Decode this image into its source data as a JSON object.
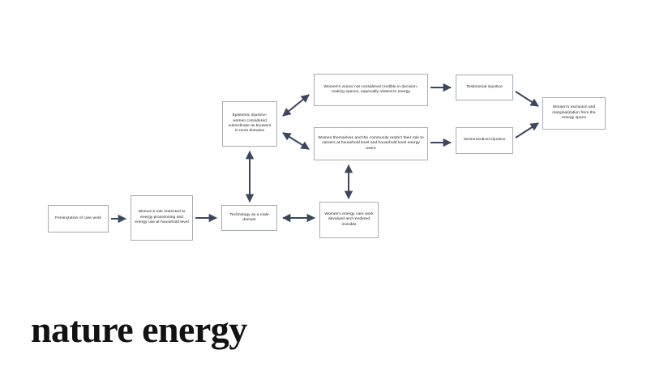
{
  "figure": {
    "type": "flow-diagram",
    "title_visible": false,
    "colors": {
      "box_border": "#a8acb8",
      "box_fill": "#ffffff",
      "arrow": "#3c475c",
      "text": "#1b1b1b",
      "wordmark": "#121212",
      "background": "#ffffff"
    },
    "nodes": [
      {
        "id": "feminization",
        "label": "Feminization of care work"
      },
      {
        "id": "role-restricted",
        "label": "Women's role restricted to energy provisioning and energy use at household level"
      },
      {
        "id": "technology",
        "label": "Technology as a male domain"
      },
      {
        "id": "care-work",
        "label": "Women's energy care work devalued and rendered invisible"
      },
      {
        "id": "epistemic",
        "label": "Epistemic injustice- women considered subordinate as knowers in most domains"
      },
      {
        "id": "voices",
        "label": "Women's voices not considered credible in decision-making spaces, especially related to energy"
      },
      {
        "id": "restrict-role",
        "label": "Women themselves and the community restrict their role to careers at household level and household level energy users"
      },
      {
        "id": "testimonial",
        "label": "Testimonial injustice"
      },
      {
        "id": "hermeneutical",
        "label": "Hermeneutical injustice"
      },
      {
        "id": "exclusion",
        "label": "Women's exclusion and marginalization from the energy space"
      }
    ],
    "edges": [
      {
        "from": "feminization",
        "to": "role-restricted",
        "style": "single",
        "direction": "right"
      },
      {
        "from": "role-restricted",
        "to": "technology",
        "style": "single",
        "direction": "right"
      },
      {
        "from": "technology",
        "to": "care-work",
        "style": "double",
        "direction": "horizontal"
      },
      {
        "from": "technology",
        "to": "epistemic",
        "style": "double",
        "direction": "vertical"
      },
      {
        "from": "care-work",
        "to": "restrict-role",
        "style": "double",
        "direction": "vertical"
      },
      {
        "from": "epistemic",
        "to": "voices",
        "style": "double",
        "direction": "diagonal"
      },
      {
        "from": "epistemic",
        "to": "restrict-role",
        "style": "double",
        "direction": "diagonal"
      },
      {
        "from": "voices",
        "to": "testimonial",
        "style": "single",
        "direction": "right"
      },
      {
        "from": "restrict-role",
        "to": "hermeneutical",
        "style": "single",
        "direction": "right"
      },
      {
        "from": "testimonial",
        "to": "exclusion",
        "style": "single",
        "direction": "diagonal"
      },
      {
        "from": "hermeneutical",
        "to": "exclusion",
        "style": "single",
        "direction": "diagonal"
      }
    ]
  },
  "branding": {
    "wordmark": "nature energy"
  }
}
